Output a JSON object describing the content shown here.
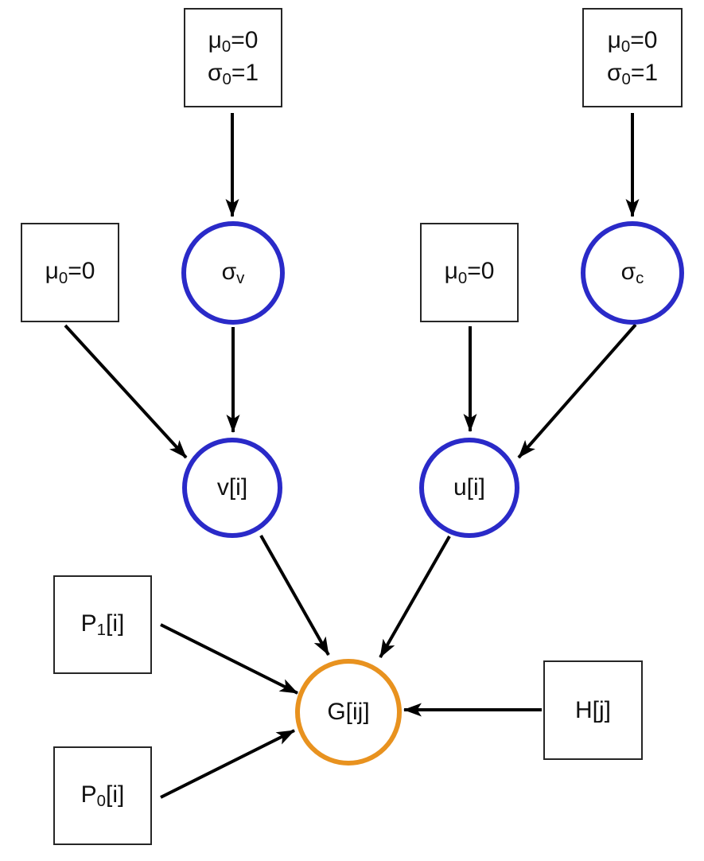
{
  "colors": {
    "stochastic_border": "#2a2ac8",
    "observed_border": "#e8921f",
    "box_border": "#262626",
    "arrow": "#000000",
    "background": "#ffffff"
  },
  "nodes": {
    "hyper_v": {
      "type": "box",
      "line1": {
        "pre": "μ",
        "sub": "0",
        "post": "=0"
      },
      "line2": {
        "pre": "σ",
        "sub": "0",
        "post": "=1"
      }
    },
    "hyper_c": {
      "type": "box",
      "line1": {
        "pre": "μ",
        "sub": "0",
        "post": "=0"
      },
      "line2": {
        "pre": "σ",
        "sub": "0",
        "post": "=1"
      }
    },
    "mu_v": {
      "type": "box",
      "line1": {
        "pre": "μ",
        "sub": "0",
        "post": "=0"
      }
    },
    "mu_u": {
      "type": "box",
      "line1": {
        "pre": "μ",
        "sub": "0",
        "post": "=0"
      }
    },
    "sigma_v": {
      "type": "circle",
      "pre": "σ",
      "sub": "v",
      "post": ""
    },
    "sigma_c": {
      "type": "circle",
      "pre": "σ",
      "sub": "c",
      "post": ""
    },
    "v": {
      "type": "circle",
      "label": "v[i]"
    },
    "u": {
      "type": "circle",
      "label": "u[i]"
    },
    "g": {
      "type": "circle",
      "label": "G[ij]"
    },
    "p1": {
      "type": "box",
      "pre": "P",
      "sub": "1",
      "post": "[i]"
    },
    "p0": {
      "type": "box",
      "pre": "P",
      "sub": "0",
      "post": "[i]"
    },
    "h": {
      "type": "box",
      "label": "H[j]"
    }
  },
  "edges": [
    {
      "from": "hyper_v",
      "to": "sigma_v"
    },
    {
      "from": "hyper_c",
      "to": "sigma_c"
    },
    {
      "from": "mu_v",
      "to": "v"
    },
    {
      "from": "sigma_v",
      "to": "v"
    },
    {
      "from": "mu_u",
      "to": "u"
    },
    {
      "from": "sigma_c",
      "to": "u"
    },
    {
      "from": "v",
      "to": "g"
    },
    {
      "from": "u",
      "to": "g"
    },
    {
      "from": "p1",
      "to": "g"
    },
    {
      "from": "p0",
      "to": "g"
    },
    {
      "from": "h",
      "to": "g"
    }
  ]
}
